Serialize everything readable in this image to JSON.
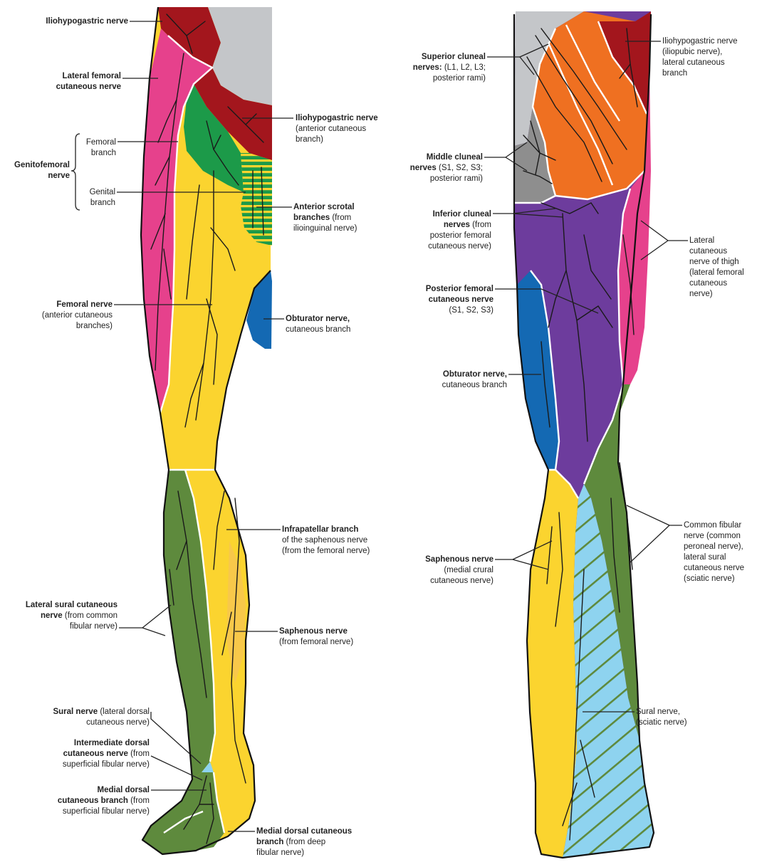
{
  "colors": {
    "iliohypogastric": "#a3161d",
    "lateral_femoral": "#e6418c",
    "genitofemoral": "#1c9a49",
    "femoral": "#fbd42f",
    "obturator": "#1469b3",
    "fibular": "#5e8a3d",
    "sural": "#8ed3ef",
    "superior_cluneal": "#ef7021",
    "middle_cluneal": "#8e8e8e",
    "posterior_femoral": "#6d3c9d",
    "saphenous_light": "#f8c84a",
    "skin_gray": "#c4c6c9"
  },
  "anterior": {
    "labels": [
      {
        "id": "iliohypogastric-nerve-label",
        "lines": [
          {
            "t": "Iliohypogastric nerve",
            "b": true
          }
        ]
      },
      {
        "id": "lateral-femoral-cutaneous-label",
        "lines": [
          {
            "t": "Lateral femoral",
            "b": true
          },
          {
            "t": "cutaneous nerve",
            "b": true
          }
        ]
      },
      {
        "id": "iliohypogastric-anterior-label",
        "lines": [
          {
            "t": "Iliohypogastric nerve",
            "b": true
          },
          {
            "t": "(anterior cutaneous",
            "b": false
          },
          {
            "t": "branch)",
            "b": false
          }
        ]
      },
      {
        "id": "genitofemoral-nerve-label",
        "lines": [
          {
            "t": "Genitofemoral",
            "b": true
          },
          {
            "t": "nerve",
            "b": true
          }
        ]
      },
      {
        "id": "femoral-branch-label",
        "lines": [
          {
            "t": "Femoral",
            "b": false
          },
          {
            "t": "branch",
            "b": false
          }
        ]
      },
      {
        "id": "genital-branch-label",
        "lines": [
          {
            "t": "Genital",
            "b": false
          },
          {
            "t": "branch",
            "b": false
          }
        ]
      },
      {
        "id": "anterior-scrotal-label",
        "lines": [
          {
            "t": "Anterior scrotal",
            "b": true
          },
          {
            "t": "branches",
            "b": true,
            "tail": " (from"
          },
          {
            "t": "ilioinguinal nerve)",
            "b": false
          }
        ]
      },
      {
        "id": "femoral-nerve-label",
        "lines": [
          {
            "t": "Femoral nerve",
            "b": true
          },
          {
            "t": "(anterior cutaneous",
            "b": false
          },
          {
            "t": "branches)",
            "b": false
          }
        ]
      },
      {
        "id": "obturator-nerve-anterior-label",
        "lines": [
          {
            "t": "Obturator nerve,",
            "b": true
          },
          {
            "t": "cutaneous branch",
            "b": false
          }
        ]
      },
      {
        "id": "infrapatellar-branch-label",
        "lines": [
          {
            "t": "Infrapatellar branch",
            "b": true
          },
          {
            "t": "of the saphenous nerve",
            "b": false
          },
          {
            "t": "(from the femoral nerve)",
            "b": false
          }
        ]
      },
      {
        "id": "lateral-sural-cutaneous-label",
        "lines": [
          {
            "t": "Lateral sural cutaneous",
            "b": true
          },
          {
            "t": "nerve",
            "b": true,
            "tail": " (from common"
          },
          {
            "t": "fibular nerve)",
            "b": false
          }
        ]
      },
      {
        "id": "saphenous-nerve-anterior-label",
        "lines": [
          {
            "t": "Saphenous nerve",
            "b": true
          },
          {
            "t": "(from femoral nerve)",
            "b": false
          }
        ]
      },
      {
        "id": "sural-nerve-anterior-label",
        "lines": [
          {
            "t": "Sural nerve",
            "b": true,
            "tail": " (lateral dorsal"
          },
          {
            "t": "cutaneous nerve)",
            "b": false
          }
        ]
      },
      {
        "id": "intermediate-dorsal-label",
        "lines": [
          {
            "t": "Intermediate dorsal",
            "b": true
          },
          {
            "t": "cutaneous nerve",
            "b": true,
            "tail": " (from"
          },
          {
            "t": "superficial fibular nerve)",
            "b": false
          }
        ]
      },
      {
        "id": "medial-dorsal-superficial-label",
        "lines": [
          {
            "t": "Medial dorsal",
            "b": true
          },
          {
            "t": "cutaneous branch",
            "b": true,
            "tail": " (from"
          },
          {
            "t": "superficial fibular nerve)",
            "b": false
          }
        ]
      },
      {
        "id": "medial-dorsal-deep-label",
        "lines": [
          {
            "t": "Medial dorsal cutaneous",
            "b": true
          },
          {
            "t": "branch",
            "b": true,
            "tail": " (from deep"
          },
          {
            "t": "fibular nerve)",
            "b": false
          }
        ]
      }
    ]
  },
  "posterior": {
    "labels": [
      {
        "id": "superior-cluneal-label",
        "lines": [
          {
            "t": "Superior cluneal",
            "b": true
          },
          {
            "t": "nerves:",
            "b": true,
            "tail": " (L1, L2, L3;"
          },
          {
            "t": "posterior rami)",
            "b": false
          }
        ]
      },
      {
        "id": "iliohypogastric-lateral-label",
        "lines": [
          {
            "t": "Iliohypogastric nerve",
            "b": false
          },
          {
            "t": "(iliopubic nerve),",
            "b": false
          },
          {
            "t": "lateral cutaneous",
            "b": false
          },
          {
            "t": "branch",
            "b": false
          }
        ]
      },
      {
        "id": "middle-cluneal-label",
        "lines": [
          {
            "t": "Middle cluneal",
            "b": true
          },
          {
            "t": "nerves",
            "b": true,
            "tail": " (S1, S2, S3;"
          },
          {
            "t": "posterior rami)",
            "b": false
          }
        ]
      },
      {
        "id": "inferior-cluneal-label",
        "lines": [
          {
            "t": "Inferior cluneal",
            "b": true
          },
          {
            "t": "nerves",
            "b": true,
            "tail": " (from"
          },
          {
            "t": "posterior femoral",
            "b": false
          },
          {
            "t": "cutaneous nerve)",
            "b": false
          }
        ]
      },
      {
        "id": "lateral-cutaneous-thigh-label",
        "lines": [
          {
            "t": "Lateral",
            "b": false
          },
          {
            "t": "cutaneous",
            "b": false
          },
          {
            "t": "nerve of thigh",
            "b": false
          },
          {
            "t": "(lateral femoral",
            "b": false
          },
          {
            "t": "cutaneous",
            "b": false
          },
          {
            "t": "nerve)",
            "b": false
          }
        ]
      },
      {
        "id": "posterior-femoral-label",
        "lines": [
          {
            "t": "Posterior femoral",
            "b": true
          },
          {
            "t": "cutaneous nerve",
            "b": true
          },
          {
            "t": "(S1, S2, S3)",
            "b": false
          }
        ]
      },
      {
        "id": "obturator-nerve-posterior-label",
        "lines": [
          {
            "t": "Obturator nerve,",
            "b": true
          },
          {
            "t": "cutaneous branch",
            "b": false
          }
        ]
      },
      {
        "id": "common-fibular-label",
        "lines": [
          {
            "t": "Common fibular",
            "b": false
          },
          {
            "t": "nerve (common",
            "b": false
          },
          {
            "t": "peroneal nerve),",
            "b": false
          },
          {
            "t": "lateral sural",
            "b": false
          },
          {
            "t": "cutaneous nerve",
            "b": false
          },
          {
            "t": "(sciatic nerve)",
            "b": false
          }
        ]
      },
      {
        "id": "saphenous-nerve-posterior-label",
        "lines": [
          {
            "t": "Saphenous nerve",
            "b": true
          },
          {
            "t": "(medial crural",
            "b": false
          },
          {
            "t": "cutaneous nerve)",
            "b": false
          }
        ]
      },
      {
        "id": "sural-nerve-posterior-label",
        "lines": [
          {
            "t": "Sural nerve,",
            "b": false
          },
          {
            "t": "(sciatic nerve)",
            "b": false
          }
        ]
      }
    ]
  }
}
